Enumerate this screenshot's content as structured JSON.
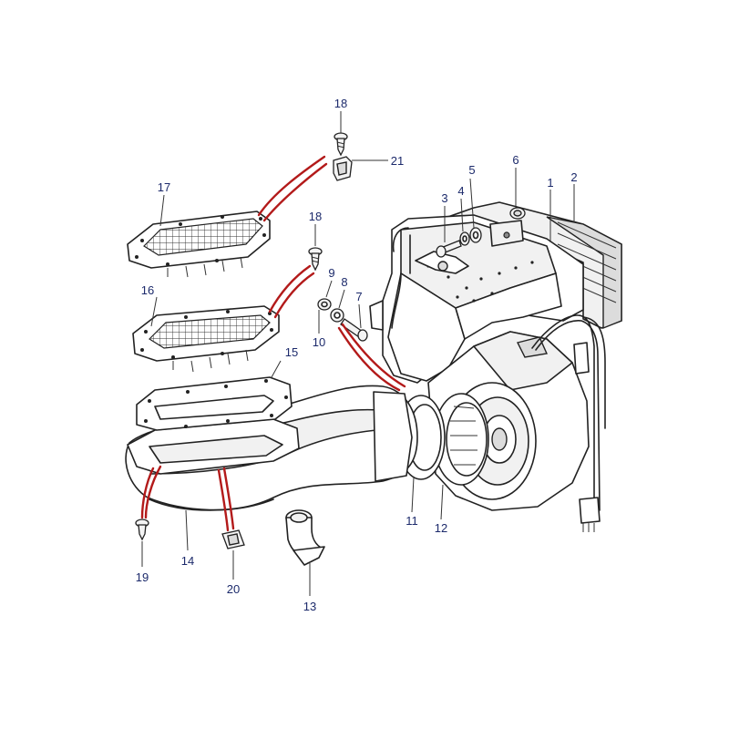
{
  "callouts": [
    {
      "id": "1",
      "text": "1"
    },
    {
      "id": "2",
      "text": "2"
    },
    {
      "id": "3",
      "text": "3"
    },
    {
      "id": "4",
      "text": "4"
    },
    {
      "id": "5",
      "text": "5"
    },
    {
      "id": "6",
      "text": "6"
    },
    {
      "id": "7",
      "text": "7"
    },
    {
      "id": "8",
      "text": "8"
    },
    {
      "id": "9",
      "text": "9"
    },
    {
      "id": "10",
      "text": "10"
    },
    {
      "id": "11",
      "text": "11"
    },
    {
      "id": "12",
      "text": "12"
    },
    {
      "id": "13",
      "text": "13"
    },
    {
      "id": "14",
      "text": "14"
    },
    {
      "id": "15",
      "text": "15"
    },
    {
      "id": "16",
      "text": "16"
    },
    {
      "id": "17",
      "text": "17"
    },
    {
      "id": "18a",
      "text": "18"
    },
    {
      "id": "18b",
      "text": "18"
    },
    {
      "id": "19",
      "text": "19"
    },
    {
      "id": "20",
      "text": "20"
    },
    {
      "id": "21",
      "text": "21"
    }
  ],
  "colors": {
    "callout_text": "#1c2a6b",
    "assembly_line": "#b31a1a",
    "outline": "#222222"
  }
}
